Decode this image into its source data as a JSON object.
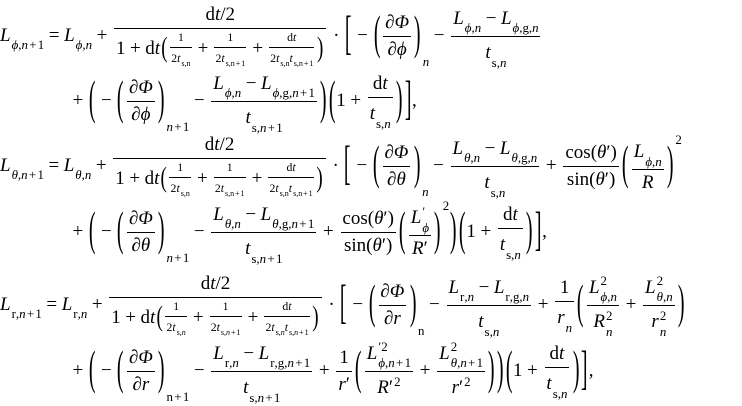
{
  "equations": [
    {
      "line1": "L_{\\phi,n+1} = L_{\\phi,n} + \\frac{\\rm{d}t/2}{1+\\rm{d}t\\M(\\sfrac{1}{2t_{\\rm{s,n}}}+\\sfrac{1}{2t_{\\rm{s,n+1}}}+\\sfrac{\\rm{d}t}{2t_{\\rm{s,n}}t_{\\rm{s,n+1}}}\\M)} \\cdot \\L[ -\\L(\\frac{\\partial\\Phi}{\\partial\\phi}\\R)_{n} - \\frac{L_{\\phi,n}-L_{\\phi,\\rm{g},n}}{t_{\\rm{s},n}}",
      "line2": "+\\L( -\\L(\\frac{\\partial\\Phi}{\\partial\\phi}\\R)_{n+1} - \\frac{L_{\\phi,n}-L_{\\phi,\\rm{g},n+1}}{t_{\\rm{s},n+1}}\\R)\\L(1+\\frac{\\rm{d}t}{t_{\\rm{s},n}}\\R)\\L],"
    },
    {
      "line1": "L_{\\theta,n+1} = L_{\\theta,n} + \\frac{\\rm{d}t/2}{1+\\rm{d}t\\M(\\sfrac{1}{2t_{\\rm{s,n}}}+\\sfrac{1}{2t_{\\rm{s,n+1}}}+\\sfrac{\\rm{d}t}{2t_{\\rm{s,n}}t_{\\rm{s,n+1}}}\\M)} \\cdot \\L[ -\\L(\\frac{\\partial\\Phi}{\\partial\\theta}\\R)_{n} - \\frac{L_{\\theta,n}-L_{\\theta,\\rm{g},n}}{t_{\\rm{s},n}} + \\frac{\\rm{cos}(\\theta')}{\\rm{sin}(\\theta')}\\L(\\frac{L_{\\phi,n}}{R}\\R)^{2}",
      "line2": "+\\L( -\\L(\\frac{\\partial\\Phi}{\\partial\\theta}\\R)_{n+1} - \\frac{L_{\\theta,n}-L_{\\theta,\\rm{g},n+1}}{t_{\\rm{s},n+1}} + \\frac{\\rm{cos}(\\theta')}{\\rm{sin}(\\theta')}\\L(\\frac{L^{'}_{\\phi}}{R'}\\R)^{2}\\R)\\L(1+\\frac{\\rm{d}t}{t_{\\rm{s},n}}\\R)\\L],"
    },
    {
      "line1": "L_{\\rm{r},n+1} = L_{\\rm{r},n} + \\frac{\\rm{d}t/2}{1+\\rm{d}t\\M(\\sfrac{1}{2t_{\\rm{s},n}}+\\sfrac{1}{2t_{\\rm{s},n+1}}+\\sfrac{\\rm{d}t}{2t_{\\rm{s},n}t_{\\rm{s},n+1}}\\M)} \\cdot \\L[ -\\L(\\frac{\\partial\\Phi}{\\partial r}\\R)_{\\rm{n}} - \\frac{L_{\\rm{r},n}-L_{\\rm{r,g},n}}{t_{\\rm{s},n}} + \\frac{1}{r_{n}}\\L(\\frac{L^{2}_{\\phi,n}}{R^{2}_{n}}+\\frac{L^{2}_{\\theta,n}}{r^{2}_{n}}\\R)",
      "line2": "+\\L( -\\L(\\frac{\\partial\\Phi}{\\partial r}\\R)_{\\rm{n+1}} - \\frac{L_{\\rm{r},n}-L_{\\rm{r,g},n+1}}{t_{\\rm{s},n+1}} + \\frac{1}{r'}\\L(\\frac{L^{'2}_{\\phi,n+1}}{R'^{2}}+\\frac{L^{2}_{\\theta,n+1}}{r'^{2}}\\R)\\R)\\L(1+\\frac{\\rm{d}t}{t_{\\rm{s},n}}\\R)\\L],"
    }
  ]
}
